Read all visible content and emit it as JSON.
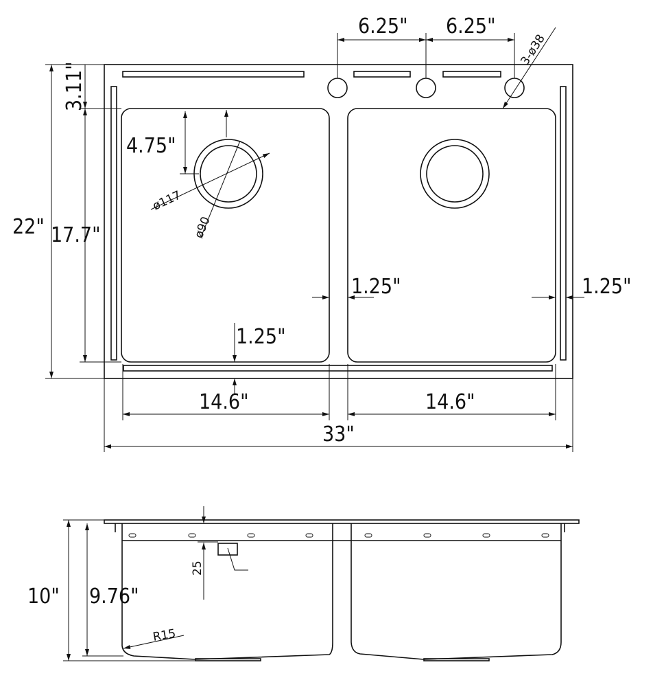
{
  "top_view": {
    "hole_spacing_1": "6.25\"",
    "hole_spacing_2": "6.25\"",
    "faucet_holes": "3-ø38",
    "overall_depth": "22\"",
    "bowl_depth": "17.7\"",
    "back_deck": "3.11\"",
    "drain_offset": "4.75\"",
    "drain_outer_dia": "ø117",
    "drain_inner_dia": "ø90",
    "divider_width": "1.25\"",
    "side_rim": "1.25\"",
    "front_rim": "1.25\"",
    "left_bowl_width": "14.6\"",
    "right_bowl_width": "14.6\"",
    "overall_width": "33\""
  },
  "side_view": {
    "overall_height": "10\"",
    "bowl_height": "9.76\"",
    "flange_offset": "25",
    "corner_radius": "R15"
  }
}
